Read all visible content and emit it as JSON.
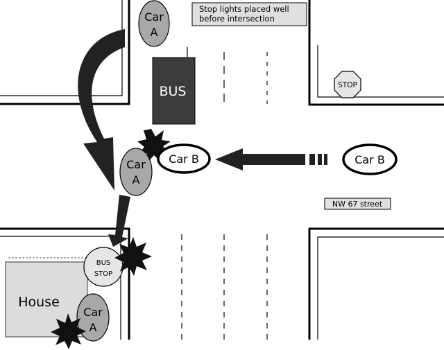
{
  "note_box": {
    "line1": "Stop lights placed well",
    "line2": "before intersection"
  },
  "street_sign": {
    "label": "NW 67 street"
  },
  "stop_sign": {
    "label": "STOP"
  },
  "bus": {
    "label": "BUS"
  },
  "bus_stop": {
    "line1": "BUS",
    "line2": "STOP"
  },
  "house": {
    "label": "House"
  },
  "car_a_top": {
    "line1": "Car",
    "line2": "A"
  },
  "car_a_mid": {
    "line1": "Car",
    "line2": "A"
  },
  "car_a_house": {
    "line1": "Car",
    "line2": "A"
  },
  "car_b_collision": {
    "label": "Car B"
  },
  "car_b_approach": {
    "label": "Car B"
  },
  "colors": {
    "car_a_fill": "#a8a8a8",
    "bus_fill": "#3c3c3c",
    "house_fill": "#dcdcdc",
    "arrow_fill": "#222222",
    "road_line": "#000000"
  }
}
